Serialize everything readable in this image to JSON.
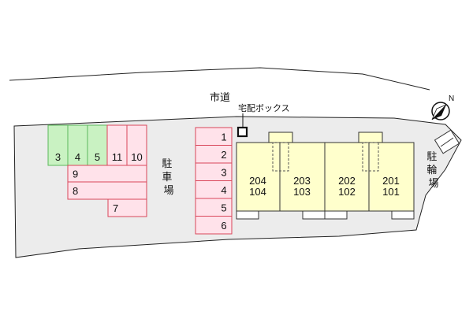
{
  "road_label": "市道",
  "delivery_box_label": "宅配ボックス",
  "parking_label": "駐車場",
  "bicycle_parking_label": "駐輪場",
  "north_label": "N",
  "parking_spaces_left": [
    {
      "number": "3",
      "color": "#c9f2c2"
    },
    {
      "number": "4",
      "color": "#c9f2c2"
    },
    {
      "number": "5",
      "color": "#c9f2c2"
    },
    {
      "number": "11",
      "color": "#ffe2ea"
    },
    {
      "number": "10",
      "color": "#ffe2ea"
    },
    {
      "number": "9",
      "color": "#ffe2ea"
    },
    {
      "number": "8",
      "color": "#ffe2ea"
    },
    {
      "number": "7",
      "color": "#ffe2ea"
    }
  ],
  "parking_spaces_right": [
    {
      "number": "1",
      "color": "#ffe2ea"
    },
    {
      "number": "2",
      "color": "#ffe2ea"
    },
    {
      "number": "3",
      "color": "#ffe2ea"
    },
    {
      "number": "4",
      "color": "#ffe2ea"
    },
    {
      "number": "5",
      "color": "#ffe2ea"
    },
    {
      "number": "6",
      "color": "#ffe2ea"
    }
  ],
  "units": [
    {
      "upper": "204",
      "lower": "104"
    },
    {
      "upper": "203",
      "lower": "103"
    },
    {
      "upper": "202",
      "lower": "102"
    },
    {
      "upper": "201",
      "lower": "101"
    }
  ],
  "colors": {
    "site": "#ececec",
    "building": "#ffffcc",
    "space_border": "#d9475a",
    "green_border": "#5cb85c"
  }
}
